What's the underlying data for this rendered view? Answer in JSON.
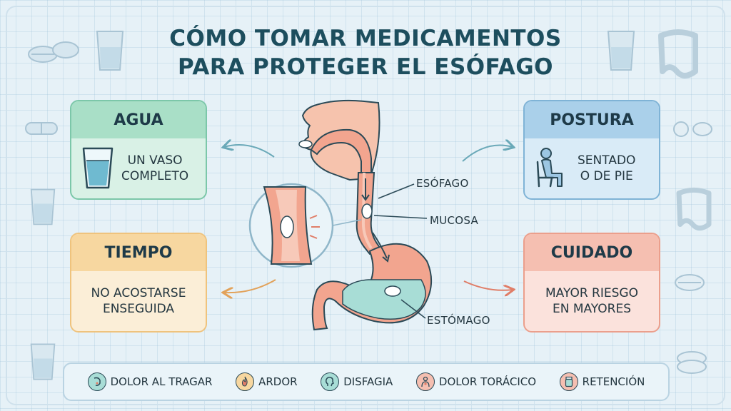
{
  "title_line1": "CÓMO TOMAR MEDICAMENTOS",
  "title_line2": "PARA PROTEGER EL ESÓFAGO",
  "cards": {
    "agua": {
      "title": "AGUA",
      "line1": "UN VASO",
      "line2": "COMPLETO",
      "icon": "glass-of-water-icon",
      "color": "#a9dfc7"
    },
    "postura": {
      "title": "POSTURA",
      "line1": "SENTADO",
      "line2": "O DE PIE",
      "icon": "seated-person-icon",
      "color": "#aad0ea"
    },
    "tiempo": {
      "title": "TIEMPO",
      "line1": "NO ACOSTARSE",
      "line2": "ENSEGUIDA",
      "color": "#f7d7a0"
    },
    "cuidado": {
      "title": "CUIDADO",
      "line1": "MAYOR RIESGO",
      "line2": "EN MAYORES",
      "color": "#f5bfb1"
    }
  },
  "diagram": {
    "labels": {
      "esofago": "ESÓFAGO",
      "mucosa": "MUCOSA",
      "estomago": "ESTÓMAGO"
    },
    "colors": {
      "tissue": "#f2a58f",
      "mucosa": "#f7c9b9",
      "gastric_fluid": "#a8ddd6",
      "skin": "#f6c3ad"
    }
  },
  "legend": [
    {
      "label": "DOLOR AL TRAGAR",
      "icon": "sore-throat-icon",
      "color": "#a8ddd6"
    },
    {
      "label": "ARDOR",
      "icon": "flame-icon",
      "color": "#f7d7a0"
    },
    {
      "label": "DISFAGIA",
      "icon": "head-profile-icon",
      "color": "#a8ddd6"
    },
    {
      "label": "DOLOR TORÁCICO",
      "icon": "chest-pain-icon",
      "color": "#f5bfb1"
    },
    {
      "label": "RETENCIÓN",
      "icon": "pill-bottle-icon",
      "color": "#f5bfb1"
    }
  ]
}
